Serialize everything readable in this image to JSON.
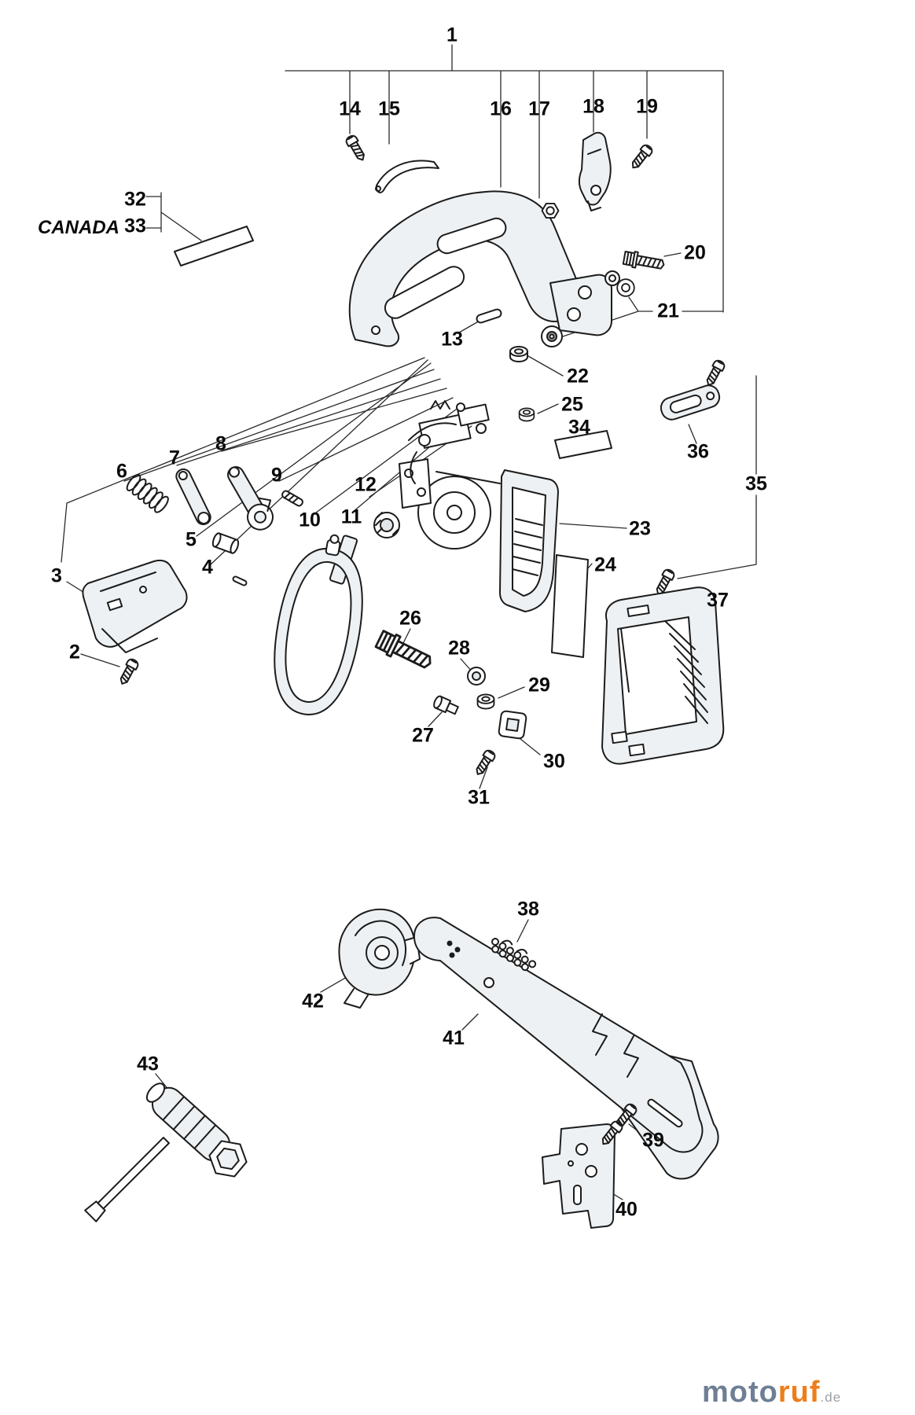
{
  "labels": {
    "n1": "1",
    "n2": "2",
    "n3": "3",
    "n4": "4",
    "n5": "5",
    "n6": "6",
    "n7": "7",
    "n8": "8",
    "n9": "9",
    "n10": "10",
    "n11": "11",
    "n12": "12",
    "n13": "13",
    "n14": "14",
    "n15": "15",
    "n16": "16",
    "n17": "17",
    "n18": "18",
    "n19": "19",
    "n20": "20",
    "n21": "21",
    "n22": "22",
    "n23": "23",
    "n24": "24",
    "n25": "25",
    "n26": "26",
    "n27": "27",
    "n28": "28",
    "n29": "29",
    "n30": "30",
    "n31": "31",
    "n32": "32",
    "n33": "33",
    "n34": "34",
    "n35": "35",
    "n36": "36",
    "n37": "37",
    "n38": "38",
    "n39": "39",
    "n40": "40",
    "n41": "41",
    "n42": "42",
    "n43": "43",
    "canada": "CANADA"
  },
  "watermark": {
    "moto": "moto",
    "ruf": "ruf",
    "tld": ".de"
  },
  "colors": {
    "line": "#1c1c1c",
    "shade": "#eef1f3",
    "moto": "#6e7f95",
    "ruf": "#ee7e1b"
  }
}
